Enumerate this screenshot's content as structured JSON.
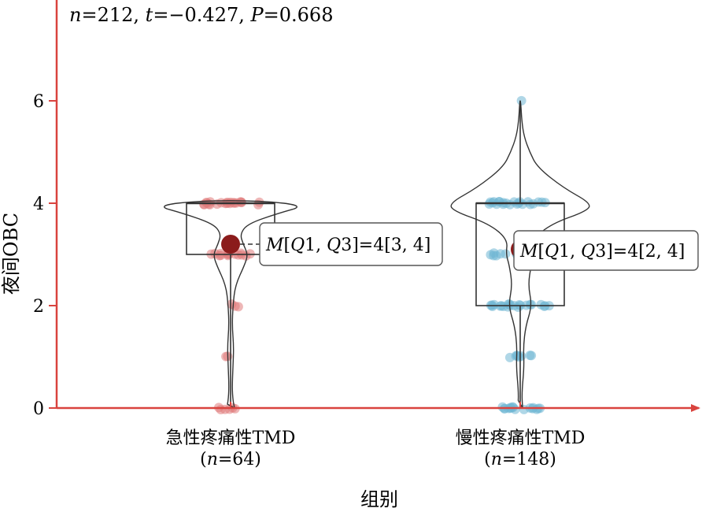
{
  "chart_data": {
    "type": "violin+box+strip",
    "stat_label": {
      "parts": [
        {
          "text": "n",
          "italic": true
        },
        {
          "text": "=212, ",
          "italic": false
        },
        {
          "text": "t",
          "italic": true
        },
        {
          "text": "=−0.427, ",
          "italic": false
        },
        {
          "text": "P",
          "italic": true
        },
        {
          "text": "=0.668",
          "italic": false
        }
      ]
    },
    "xlabel": "组别",
    "ylabel": "夜间OBC",
    "ylim": [
      0,
      7.8
    ],
    "yticks": [
      0,
      2,
      4,
      6
    ],
    "axis_color": "#d9433e",
    "groups": [
      {
        "name": "急性疼痛性TMD",
        "n_label": [
          {
            "text": "(",
            "italic": false
          },
          {
            "text": "n",
            "italic": true
          },
          {
            "text": "=64)",
            "italic": false
          }
        ],
        "color": "#e07c7c",
        "mean_color": "#8b1c1c",
        "median": 4,
        "q1": 3,
        "q3": 4,
        "whisker_low": 0,
        "whisker_high": 4,
        "mean": 3.2,
        "annotation": [
          {
            "text": "M",
            "italic": true
          },
          {
            "text": "[",
            "italic": false
          },
          {
            "text": "Q",
            "italic": true
          },
          {
            "text": "1, ",
            "italic": false
          },
          {
            "text": "Q",
            "italic": true
          },
          {
            "text": "3]=4[3, 4]",
            "italic": false
          }
        ],
        "points": [
          {
            "value": 4,
            "count": 28
          },
          {
            "value": 3,
            "count": 16
          },
          {
            "value": 2,
            "count": 3
          },
          {
            "value": 1,
            "count": 2
          },
          {
            "value": 0,
            "count": 6
          }
        ],
        "violin": {
          "ymin": -0.05,
          "ymax": 4.05,
          "profile": [
            [
              0,
              0.05
            ],
            [
              0.15,
              0.03
            ],
            [
              0.4,
              0.02
            ],
            [
              0.8,
              0.03
            ],
            [
              1.2,
              0.04
            ],
            [
              1.6,
              0.02
            ],
            [
              2.0,
              0.03
            ],
            [
              2.4,
              0.06
            ],
            [
              2.8,
              0.18
            ],
            [
              3.0,
              0.22
            ],
            [
              3.2,
              0.16
            ],
            [
              3.4,
              0.12
            ],
            [
              3.6,
              0.22
            ],
            [
              3.8,
              0.6
            ],
            [
              3.95,
              0.95
            ],
            [
              4.05,
              0.4
            ]
          ]
        }
      },
      {
        "name": "慢性疼痛性TMD",
        "n_label": [
          {
            "text": "(",
            "italic": false
          },
          {
            "text": "n",
            "italic": true
          },
          {
            "text": "=148)",
            "italic": false
          }
        ],
        "color": "#6fb7d4",
        "mean_color": "#8b1c1c",
        "median": 4,
        "q1": 2,
        "q3": 4,
        "whisker_low": 0,
        "whisker_high": 6,
        "mean": 3.1,
        "annotation": [
          {
            "text": "M",
            "italic": true
          },
          {
            "text": "[",
            "italic": false
          },
          {
            "text": "Q",
            "italic": true
          },
          {
            "text": "1, ",
            "italic": false
          },
          {
            "text": "Q",
            "italic": true
          },
          {
            "text": "3]=4[2, 4]",
            "italic": false
          }
        ],
        "points": [
          {
            "value": 6,
            "count": 1
          },
          {
            "value": 4,
            "count": 55
          },
          {
            "value": 3,
            "count": 30
          },
          {
            "value": 2,
            "count": 38
          },
          {
            "value": 1,
            "count": 8
          },
          {
            "value": 0,
            "count": 16
          }
        ],
        "violin": {
          "ymin": -0.05,
          "ymax": 6.0,
          "profile": [
            [
              0,
              0.03
            ],
            [
              0.3,
              0.02
            ],
            [
              0.8,
              0.05
            ],
            [
              1.2,
              0.04
            ],
            [
              1.6,
              0.07
            ],
            [
              2.0,
              0.15
            ],
            [
              2.4,
              0.1
            ],
            [
              2.8,
              0.14
            ],
            [
              3.0,
              0.18
            ],
            [
              3.3,
              0.16
            ],
            [
              3.6,
              0.4
            ],
            [
              3.85,
              0.85
            ],
            [
              4.0,
              0.9
            ],
            [
              4.3,
              0.55
            ],
            [
              4.7,
              0.22
            ],
            [
              5.0,
              0.12
            ],
            [
              5.3,
              0.05
            ],
            [
              5.6,
              0.02
            ],
            [
              6.0,
              0.005
            ]
          ]
        }
      }
    ]
  }
}
